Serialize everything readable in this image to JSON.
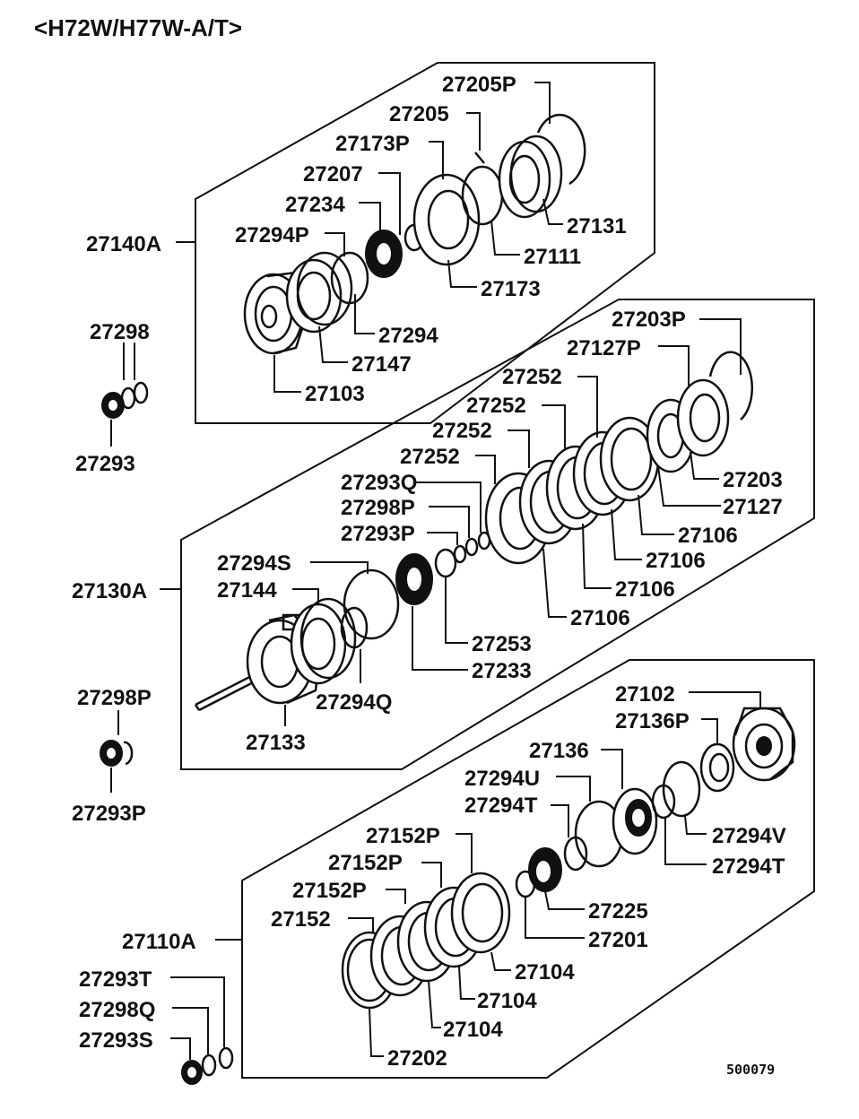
{
  "title": "<H72W/H77W-A/T>",
  "diagram_code": "500079",
  "labels": {
    "p27205P": "27205P",
    "p27205": "27205",
    "p27173P": "27173P",
    "p27207": "27207",
    "p27234": "27234",
    "p27294P": "27294P",
    "p27140A": "27140A",
    "p27131": "27131",
    "p27111": "27111",
    "p27173": "27173",
    "p27294": "27294",
    "p27147": "27147",
    "p27103": "27103",
    "p27298": "27298",
    "p27293": "27293",
    "p27203P": "27203P",
    "p27127P": "27127P",
    "p27252a": "27252",
    "p27252b": "27252",
    "p27252c": "27252",
    "p27252d": "27252",
    "p27293Q": "27293Q",
    "p27298P_mid": "27298P",
    "p27293P_mid": "27293P",
    "p27294S": "27294S",
    "p27144": "27144",
    "p27130A": "27130A",
    "p27203": "27203",
    "p27127": "27127",
    "p27106a": "27106",
    "p27106b": "27106",
    "p27106c": "27106",
    "p27106d": "27106",
    "p27253": "27253",
    "p27233": "27233",
    "p27294Q": "27294Q",
    "p27133": "27133",
    "p27298P_left": "27298P",
    "p27293P_left": "27293P",
    "p27102": "27102",
    "p27136P": "27136P",
    "p27136": "27136",
    "p27294U": "27294U",
    "p27294T_a": "27294T",
    "p27294V": "27294V",
    "p27294T_b": "27294T",
    "p27152P_a": "27152P",
    "p27152P_b": "27152P",
    "p27152P_c": "27152P",
    "p27152": "27152",
    "p27110A": "27110A",
    "p27225": "27225",
    "p27201": "27201",
    "p27104a": "27104",
    "p27104b": "27104",
    "p27104c": "27104",
    "p27202": "27202",
    "p27293T": "27293T",
    "p27298Q": "27298Q",
    "p27293S": "27293S"
  }
}
